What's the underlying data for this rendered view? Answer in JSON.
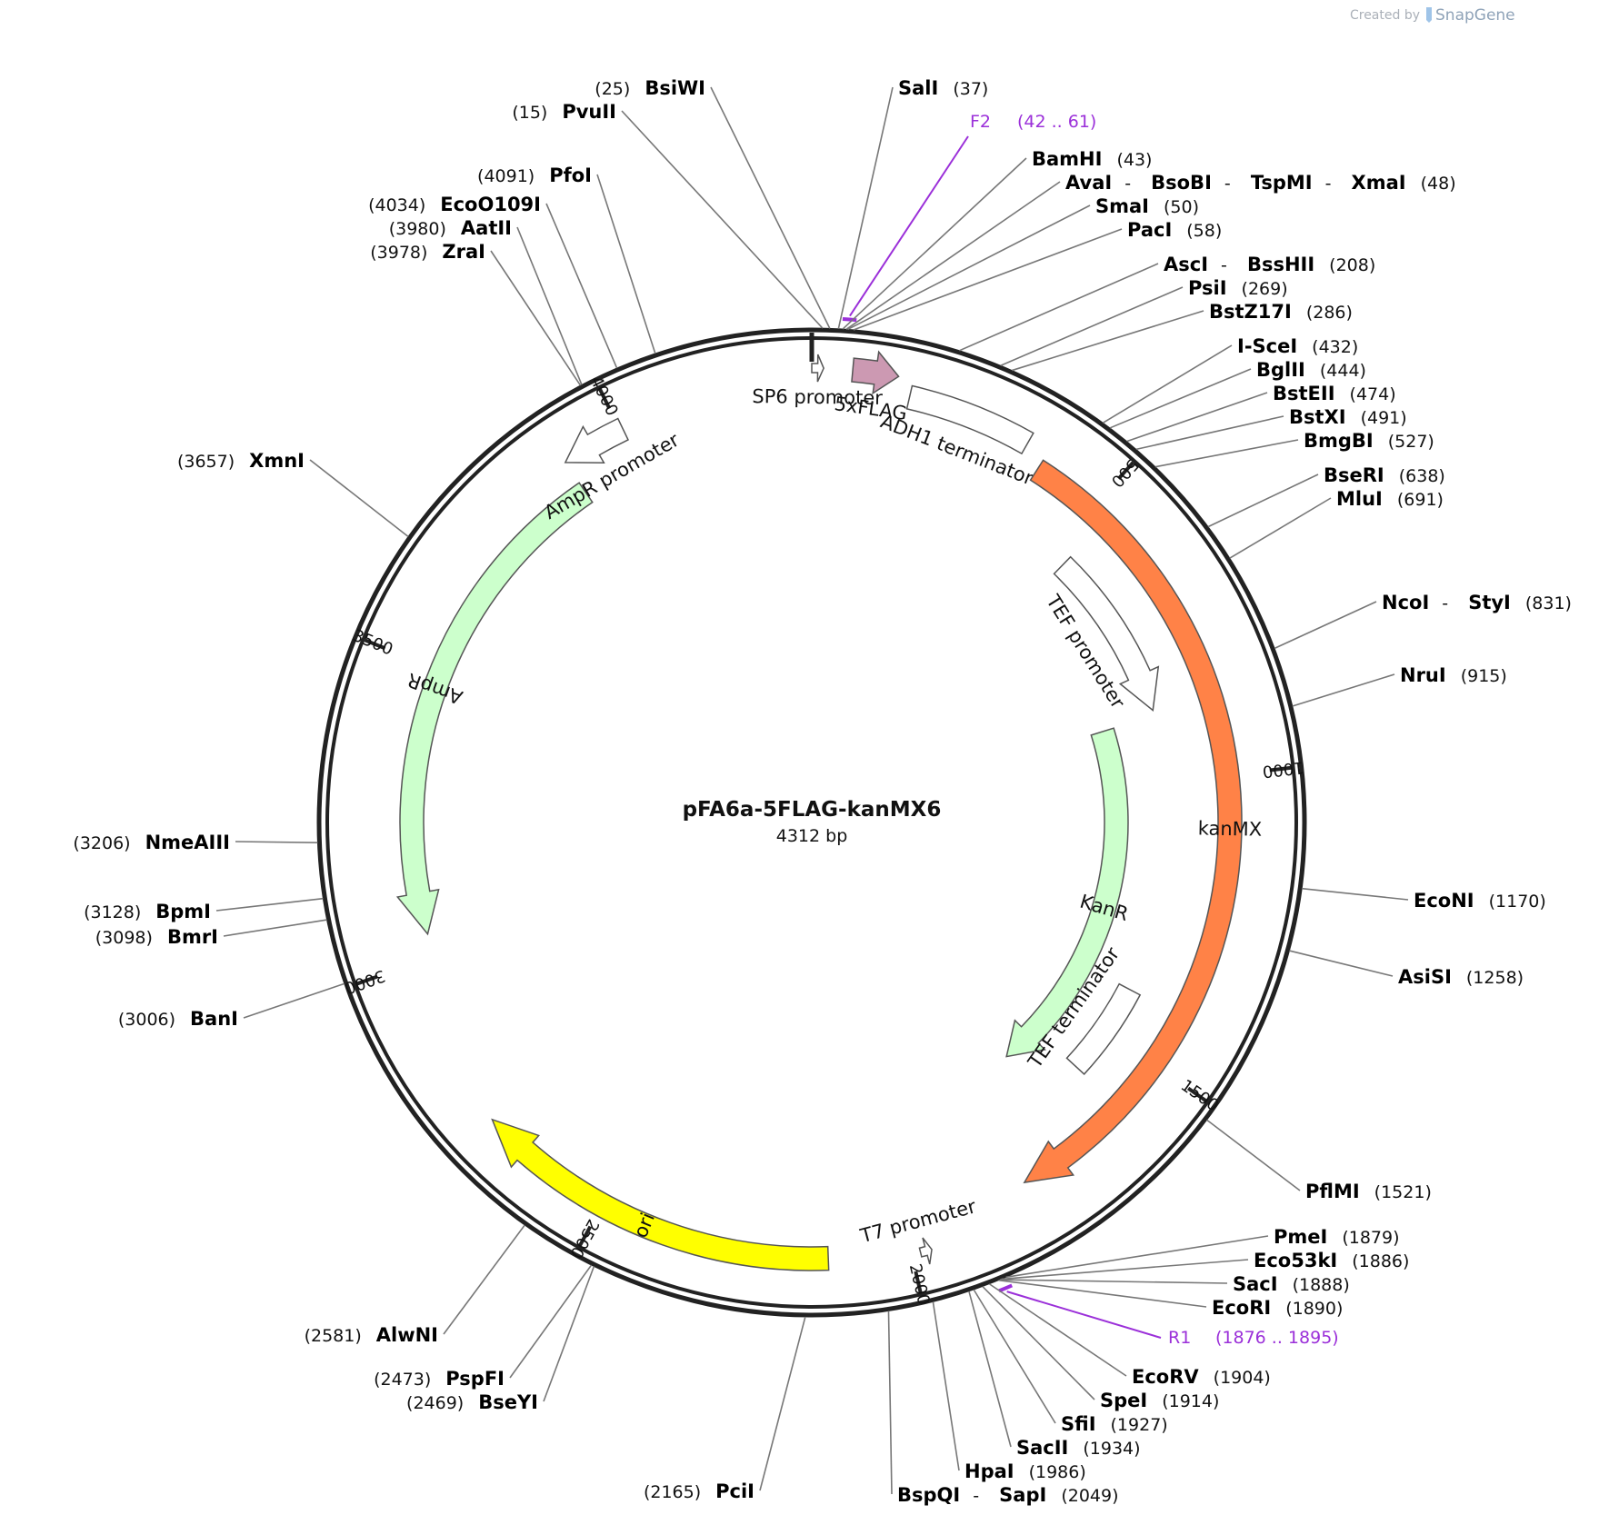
{
  "credit": {
    "prefix": "Created by",
    "brand": "SnapGene"
  },
  "plasmid": {
    "name": "pFA6a-5FLAG-kanMX6",
    "length_label": "4312 bp",
    "length": 4312
  },
  "tick_marks": [
    {
      "label": "500",
      "pos": 500
    },
    {
      "label": "1000",
      "pos": 1000
    },
    {
      "label": "1500",
      "pos": 1500
    },
    {
      "label": "2000",
      "pos": 2000
    },
    {
      "label": "2500",
      "pos": 2500
    },
    {
      "label": "3000",
      "pos": 3000
    },
    {
      "label": "3500",
      "pos": 3500
    },
    {
      "label": "4000",
      "pos": 4000
    }
  ],
  "features": [
    {
      "label": "SP6 promoter",
      "start": 0,
      "end": 18,
      "strand": 1,
      "color": "#ffffff"
    },
    {
      "label": "5xFLAG",
      "start": 62,
      "end": 132,
      "strand": 1,
      "color": "#cc99b2"
    },
    {
      "label": "ADH1 terminator",
      "start": 155,
      "end": 355,
      "strand": 0,
      "color": "#ffffff"
    },
    {
      "label": "kanMX",
      "start": 390,
      "end": 1790,
      "strand": 1,
      "color": "#ff8247"
    },
    {
      "label": "TEF promoter",
      "start": 530,
      "end": 860,
      "strand": 1,
      "color": "#ffffff"
    },
    {
      "label": "KanR",
      "start": 870,
      "end": 1680,
      "strand": 1,
      "color": "#ccffcc"
    },
    {
      "label": "TEF terminator",
      "start": 1410,
      "end": 1590,
      "strand": 0,
      "color": "#ffffff"
    },
    {
      "label": "T7 promoter",
      "start": 1968,
      "end": 1986,
      "strand": -1,
      "color": "#ffffff"
    },
    {
      "label": "ori",
      "start": 2130,
      "end": 2720,
      "strand": 1,
      "color": "#ffff00"
    },
    {
      "label": "AmpR",
      "start": 3040,
      "end": 3900,
      "strand": -1,
      "color": "#ccffcc"
    },
    {
      "label": "AmpR promoter",
      "start": 3900,
      "end": 4005,
      "strand": -1,
      "color": "#ffffff"
    }
  ],
  "primers": [
    {
      "label": "F2",
      "range": "(42 .. 61)",
      "start": 42,
      "end": 61,
      "strand": 1
    },
    {
      "label": "R1",
      "range": "(1876 .. 1895)",
      "start": 1876,
      "end": 1895,
      "strand": -1
    }
  ],
  "sites": [
    {
      "names": [
        "PvuII"
      ],
      "pos_label": "(15)",
      "pos": 15
    },
    {
      "names": [
        "BsiWI"
      ],
      "pos_label": "(25)",
      "pos": 25
    },
    {
      "names": [
        "SalI"
      ],
      "pos_label": "(37)",
      "pos": 37
    },
    {
      "names": [
        "BamHI"
      ],
      "pos_label": "(43)",
      "pos": 43
    },
    {
      "names": [
        "AvaI",
        "BsoBI",
        "TspMI",
        "XmaI"
      ],
      "pos_label": "(48)",
      "pos": 48
    },
    {
      "names": [
        "SmaI"
      ],
      "pos_label": "(50)",
      "pos": 50
    },
    {
      "names": [
        "PacI"
      ],
      "pos_label": "(58)",
      "pos": 58
    },
    {
      "names": [
        "AscI",
        "BssHII"
      ],
      "pos_label": "(208)",
      "pos": 208
    },
    {
      "names": [
        "PsiI"
      ],
      "pos_label": "(269)",
      "pos": 269
    },
    {
      "names": [
        "BstZ17I"
      ],
      "pos_label": "(286)",
      "pos": 286
    },
    {
      "names": [
        "I-SceI"
      ],
      "pos_label": "(432)",
      "pos": 432
    },
    {
      "names": [
        "BglII"
      ],
      "pos_label": "(444)",
      "pos": 444
    },
    {
      "names": [
        "BstEII"
      ],
      "pos_label": "(474)",
      "pos": 474
    },
    {
      "names": [
        "BstXI"
      ],
      "pos_label": "(491)",
      "pos": 491
    },
    {
      "names": [
        "BmgBI"
      ],
      "pos_label": "(527)",
      "pos": 527
    },
    {
      "names": [
        "BseRI"
      ],
      "pos_label": "(638)",
      "pos": 638
    },
    {
      "names": [
        "MluI"
      ],
      "pos_label": "(691)",
      "pos": 691
    },
    {
      "names": [
        "NcoI",
        "StyI"
      ],
      "pos_label": "(831)",
      "pos": 831
    },
    {
      "names": [
        "NruI"
      ],
      "pos_label": "(915)",
      "pos": 915
    },
    {
      "names": [
        "EcoNI"
      ],
      "pos_label": "(1170)",
      "pos": 1170
    },
    {
      "names": [
        "AsiSI"
      ],
      "pos_label": "(1258)",
      "pos": 1258
    },
    {
      "names": [
        "PflMI"
      ],
      "pos_label": "(1521)",
      "pos": 1521
    },
    {
      "names": [
        "PmeI"
      ],
      "pos_label": "(1879)",
      "pos": 1879
    },
    {
      "names": [
        "Eco53kI"
      ],
      "pos_label": "(1886)",
      "pos": 1886
    },
    {
      "names": [
        "SacI"
      ],
      "pos_label": "(1888)",
      "pos": 1888
    },
    {
      "names": [
        "EcoRI"
      ],
      "pos_label": "(1890)",
      "pos": 1890
    },
    {
      "names": [
        "EcoRV"
      ],
      "pos_label": "(1904)",
      "pos": 1904
    },
    {
      "names": [
        "SpeI"
      ],
      "pos_label": "(1914)",
      "pos": 1914
    },
    {
      "names": [
        "SfiI"
      ],
      "pos_label": "(1927)",
      "pos": 1927
    },
    {
      "names": [
        "SacII"
      ],
      "pos_label": "(1934)",
      "pos": 1934
    },
    {
      "names": [
        "HpaI"
      ],
      "pos_label": "(1986)",
      "pos": 1986
    },
    {
      "names": [
        "BspQI",
        "SapI"
      ],
      "pos_label": "(2049)",
      "pos": 2049
    },
    {
      "names": [
        "PciI"
      ],
      "pos_label": "(2165)",
      "pos": 2165
    },
    {
      "names": [
        "BseYI"
      ],
      "pos_label": "(2469)",
      "pos": 2469
    },
    {
      "names": [
        "PspFI"
      ],
      "pos_label": "(2473)",
      "pos": 2473
    },
    {
      "names": [
        "AlwNI"
      ],
      "pos_label": "(2581)",
      "pos": 2581
    },
    {
      "names": [
        "BanI"
      ],
      "pos_label": "(3006)",
      "pos": 3006
    },
    {
      "names": [
        "BmrI"
      ],
      "pos_label": "(3098)",
      "pos": 3098
    },
    {
      "names": [
        "BpmI"
      ],
      "pos_label": "(3128)",
      "pos": 3128
    },
    {
      "names": [
        "NmeAIII"
      ],
      "pos_label": "(3206)",
      "pos": 3206
    },
    {
      "names": [
        "XmnI"
      ],
      "pos_label": "(3657)",
      "pos": 3657
    },
    {
      "names": [
        "ZraI"
      ],
      "pos_label": "(3978)",
      "pos": 3978
    },
    {
      "names": [
        "AatII"
      ],
      "pos_label": "(3980)",
      "pos": 3980
    },
    {
      "names": [
        "EcoO109I"
      ],
      "pos_label": "(4034)",
      "pos": 4034
    },
    {
      "names": [
        "PfoI"
      ],
      "pos_label": "(4091)",
      "pos": 4091
    }
  ]
}
